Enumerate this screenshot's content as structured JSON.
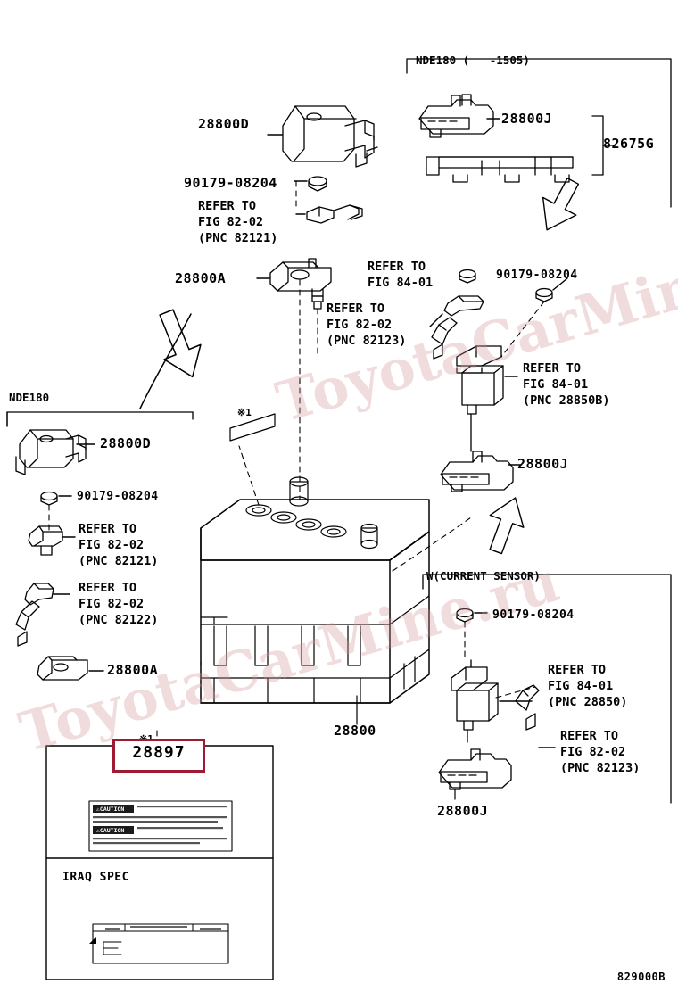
{
  "diagram": {
    "part_number_code": "829000B",
    "highlight": {
      "number": "28897",
      "color": "#9e1b33"
    },
    "labels": [
      {
        "id": "l1",
        "text": "28800D"
      },
      {
        "id": "l2",
        "text": "90179-08204"
      },
      {
        "id": "l3",
        "text": "28800A"
      },
      {
        "id": "l4",
        "text": "28800D"
      },
      {
        "id": "l5",
        "text": "90179-08204"
      },
      {
        "id": "l6",
        "text": "28800A"
      },
      {
        "id": "l7",
        "text": "28800"
      },
      {
        "id": "l8",
        "text": "28800J"
      },
      {
        "id": "l9",
        "text": "82675G"
      },
      {
        "id": "l10",
        "text": "90179-08204"
      },
      {
        "id": "l11",
        "text": "28800J"
      },
      {
        "id": "l12",
        "text": "90179-08204"
      },
      {
        "id": "l13",
        "text": "28800J"
      }
    ],
    "refs": [
      {
        "id": "r1",
        "text": "REFER TO\nFIG 82-02\n(PNC 82121)"
      },
      {
        "id": "r2",
        "text": "REFER TO\nFIG 84-01"
      },
      {
        "id": "r3",
        "text": "REFER TO\nFIG 82-02\n(PNC 82123)"
      },
      {
        "id": "r4",
        "text": "REFER TO\nFIG 84-01\n(PNC 28850B)"
      },
      {
        "id": "r5",
        "text": "REFER TO\nFIG 82-02\n(PNC 82121)"
      },
      {
        "id": "r6",
        "text": "REFER TO\nFIG 82-02\n(PNC 82122)"
      },
      {
        "id": "r7",
        "text": "REFER TO\nFIG 84-01\n(PNC 28850)"
      },
      {
        "id": "r8",
        "text": "REFER TO\nFIG 82-02\n(PNC 82123)"
      }
    ],
    "group_boxes": [
      {
        "id": "g1",
        "title": "NDE180 (   -1505)"
      },
      {
        "id": "g2",
        "title": "NDE180"
      },
      {
        "id": "g3",
        "title": "W(CURRENT SENSOR)"
      }
    ],
    "notes": [
      {
        "id": "n1",
        "text": "※1"
      },
      {
        "id": "n2",
        "text": "※1"
      }
    ],
    "label_panel": {
      "caution_1": "CAUTION",
      "caution_2": "CAUTION",
      "iraq_spec": "IRAQ SPEC"
    },
    "watermark": {
      "line1": "ToyotaCarMine.ru",
      "line2": "ToyotaCarMine.ru"
    }
  }
}
